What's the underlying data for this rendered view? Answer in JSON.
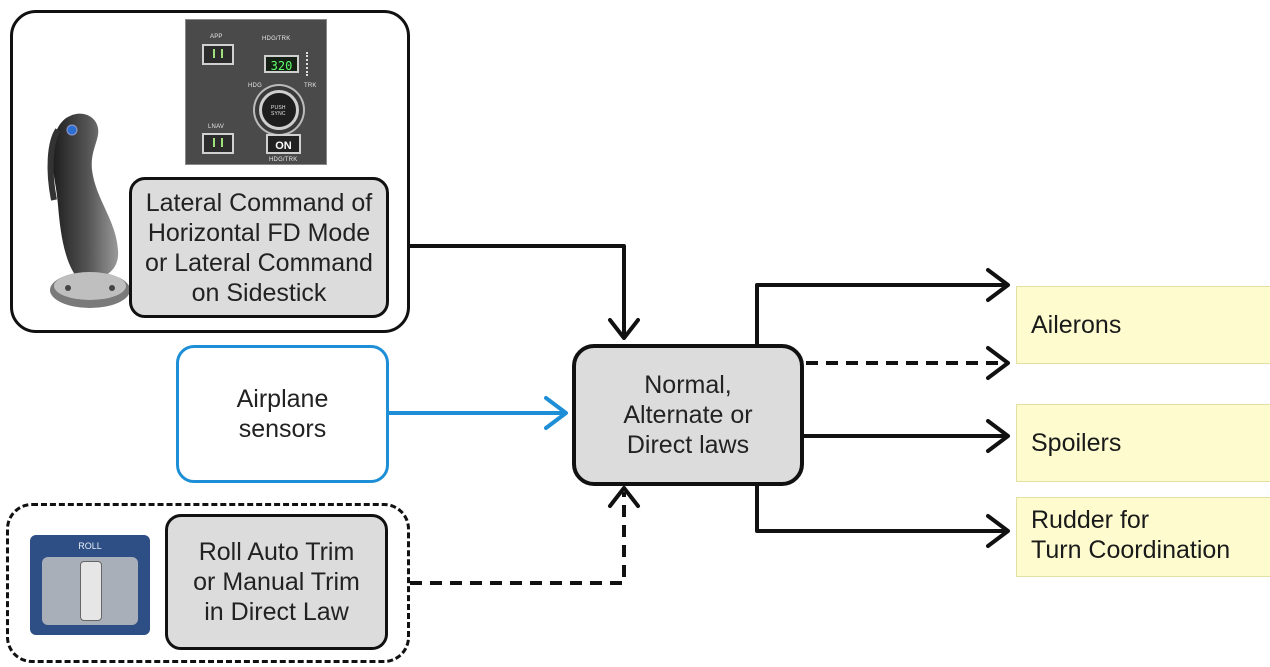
{
  "inputs": {
    "lateral_command": "Lateral Command of\nHorizontal FD Mode\nor Lateral Command\non Sidestick",
    "airplane_sensors": "Airplane\nsensors",
    "roll_trim": "Roll Auto Trim\nor Manual Trim\nin Direct Law"
  },
  "control_laws": "Normal,\nAlternate or\nDirect laws",
  "outputs": {
    "ailerons": "Ailerons",
    "spoilers": "Spoilers",
    "rudder": "Rudder for\nTurn Coordination"
  },
  "fcu_panel": {
    "app_label": "APP",
    "hdg_trk_label": "HDG/TRK",
    "heading_value": "320",
    "hdg_label": "HDG",
    "trk_label": "TRK",
    "knob_label": "PUSH\nSYNC",
    "lnav_label": "LNAV",
    "on_label": "ON",
    "bottom_label": "HDG/TRK"
  },
  "roll_panel": {
    "label": "ROLL"
  },
  "colors": {
    "sensors_border": "#1e8fd6",
    "box_fill": "#dcdcdc",
    "output_fill": "#fefccf"
  }
}
